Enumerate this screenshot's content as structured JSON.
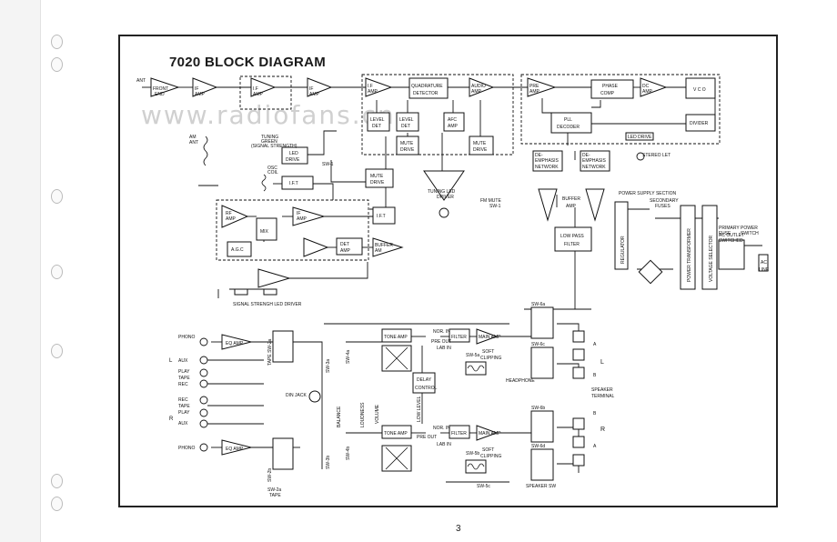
{
  "title": "7020 BLOCK DIAGRAM",
  "watermark": "www.radiofans.cn",
  "page_number": "3",
  "labels": {
    "fm_ant": "ANT",
    "front_end": [
      "FRONT",
      "END"
    ],
    "if_amp_1": [
      "IF",
      "AMP"
    ],
    "if_amp_2": [
      "I.F",
      "AMP"
    ],
    "if_amp_3": [
      "IF",
      "AMP"
    ],
    "if_amp_4": [
      "I.F",
      "AMP"
    ],
    "quad_det": [
      "QUADRATURE",
      "DETECTOR"
    ],
    "audio_amp": [
      "AUDIO",
      "AMP"
    ],
    "level_det_1": [
      "LEVEL",
      "DET"
    ],
    "level_det_2": [
      "LEVEL",
      "DET"
    ],
    "afc_amp": [
      "AFC",
      "AMP"
    ],
    "mute_drive_1": [
      "MUTE",
      "DRIVE"
    ],
    "mute_drive_2": [
      "MUTE",
      "DRIVE"
    ],
    "mute_drive_3": [
      "MUTE",
      "DRIVE"
    ],
    "tuning_green": [
      "TUNING",
      "GREEN",
      "(SIGNAL STRENGTH)"
    ],
    "led_drive": [
      "LED",
      "DRIVE"
    ],
    "sw1": "SW-1",
    "am_ant": [
      "AM",
      "ANT"
    ],
    "osc_coil": [
      "OSC",
      "COIL"
    ],
    "ift_1": "I.F.T",
    "ift_2": "I.F.T",
    "tuning_led_driver": [
      "TUNING LED",
      "DRIVER"
    ],
    "fm_mute": [
      "FM  MUTE",
      "SW-1"
    ],
    "pre_amp": [
      "PRE",
      "AMP"
    ],
    "phase_comp": [
      "PHASE",
      "COMP"
    ],
    "dc_amp": [
      "DC",
      "AMP"
    ],
    "vco": "V C O",
    "divider": "DIVIDER",
    "pll_decoder": [
      "PLL",
      "DECODER"
    ],
    "led_drive_2": "LED DRIVE",
    "de_emph_1": [
      "DE-",
      "EMPHASIS",
      "NETWORK"
    ],
    "de_emph_2": [
      "DE-",
      "EMPHASIS",
      "NETWORK"
    ],
    "stereo_let": "STEREO LET",
    "buffer_amp": [
      "BUFFER",
      "AMP"
    ],
    "low_pass_filter": [
      "LOW PASS",
      "FILTER"
    ],
    "rf_amp": [
      "RF",
      "AMP"
    ],
    "agc": "A.G.C",
    "mix": "MIX",
    "if_amp_am": [
      "IF",
      "AMP"
    ],
    "det_amp": [
      "DET",
      "AMP"
    ],
    "buffer_amp_am": [
      "BUFFER",
      "AM"
    ],
    "signal_led": "SIGNAL STRENGH LED DRIVER",
    "power_supply": "POWER SUPPLY SECTION",
    "secondary_fuses": [
      "SECONDARY",
      "FUSES"
    ],
    "regulator": "REGULATOR",
    "power_transformer": "POWER TRANSFORMER",
    "voltage_selector": "VOLTAGE SELECTOR",
    "ac_outlet": [
      "AC OUTLET",
      "SWITCHED"
    ],
    "primary_fuse": [
      "PRIMARY",
      "FUSE"
    ],
    "power_switch": [
      "POWER",
      "SWITCH"
    ],
    "ac_line": [
      "AC",
      "LINE"
    ],
    "phono_1": "PHONO",
    "phono_2": "PHONO",
    "eq_amp_1": "EQ AMP",
    "eq_amp_2": "EQ AMP",
    "l_label": "L",
    "r_label": "R",
    "aux_1": "AUX",
    "play_1": "PLAY",
    "tape_1": "TAPE",
    "rec_1": "REC",
    "rec_2": "REC",
    "tape_2": "TAPE",
    "play_2": "PLAY",
    "aux_2": "AUX",
    "din_jack": "DIN JACK",
    "tape_sw_a": "TAPE SW-2a",
    "sw_2b": "SW-2b",
    "balance": "BALANCE",
    "loudness": "LOUDNESS",
    "volume": "VOLUME",
    "sw_3a": "SW-3a",
    "sw_3b": "SW-3b",
    "sw_4a": "SW-4a",
    "sw_4b": "SW-4b",
    "tone_amp_1": "TONE AMP",
    "tone_amp_2": "TONE AMP",
    "low_level": "LOW LEVEL",
    "delay_control": [
      "DELAY",
      "CONTROL"
    ],
    "nor_in_1": [
      "NOR. IN",
      "PRE OUT",
      "LAB IN"
    ],
    "nor_in_2": [
      "NOR. IN",
      "PRE OUT",
      "LAB IN"
    ],
    "filter_1": "FILTER",
    "filter_2": "FILTER",
    "main_amp_1": "MAIN AMP",
    "main_amp_2": "MAIN AMP",
    "soft_clip_1": [
      "SW-5a",
      "SOFT",
      "CLIPPING"
    ],
    "soft_clip_2": [
      "SW-5b",
      "SOFT",
      "CLIPPING"
    ],
    "headphone": "HEADPHONE",
    "sw_6a": "SW-6a",
    "sw_6b": "SW-6b",
    "sw_6c": "SW-6c",
    "sw_6d": "SW-6d",
    "sw_5c": "SW-5c",
    "speaker_terminal": [
      "SPEAKER",
      "TERMINAL"
    ],
    "speaker_sw": "SPEAKER  SW",
    "term_a1": "A",
    "term_b1": "B",
    "term_b2": "B",
    "term_a2": "A",
    "ch_l": "L",
    "ch_r": "R",
    "sw_2a_tape": [
      "SW-2a",
      "TAPE"
    ]
  }
}
